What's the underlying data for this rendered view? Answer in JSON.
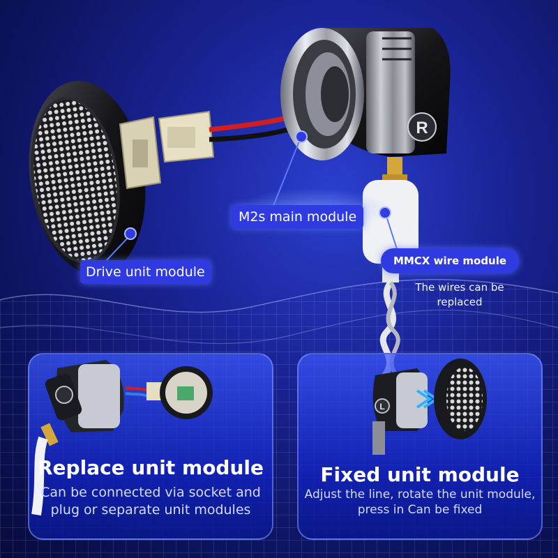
{
  "callouts": {
    "drive_unit": "Drive unit module",
    "main_module": "M2s main module",
    "mmcx_wire": "MMCX wire module",
    "wires_replaced": "The wires can be replaced"
  },
  "panels": {
    "left": {
      "title": "Replace unit module",
      "description": "Can be connected via socket and plug or separate unit modules"
    },
    "right": {
      "title": "Fixed unit module",
      "description": "Adjust the line, rotate the unit module, press in Can be fixed"
    }
  },
  "product_marks": {
    "right_channel": "R",
    "left_channel": "L"
  },
  "colors": {
    "accent_pill": "#2f3be0",
    "background": "#1a2496",
    "metal": "#c9ccd6"
  }
}
